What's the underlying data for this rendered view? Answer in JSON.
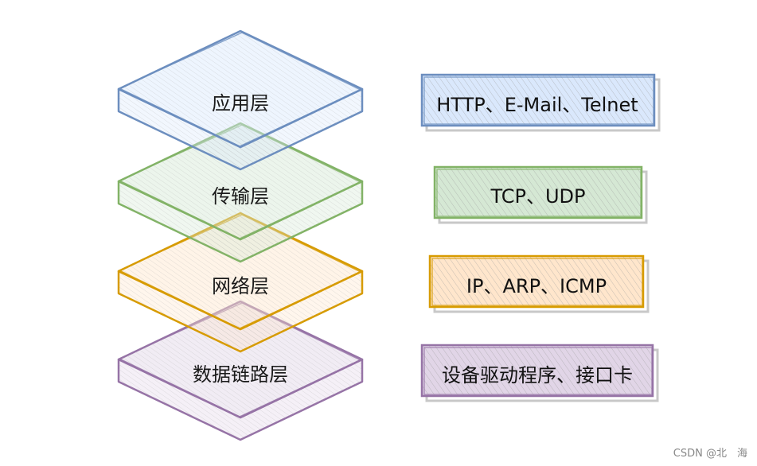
{
  "layers": [
    {
      "name": "应用层",
      "protocols": "HTTP、E-Mail、Telnet",
      "stroke": "#6c8ebf",
      "fill": "#dae8fc"
    },
    {
      "name": "传输层",
      "protocols": "TCP、UDP",
      "stroke": "#82b366",
      "fill": "#d5e8d4"
    },
    {
      "name": "网络层",
      "protocols": "IP、ARP、ICMP",
      "stroke": "#d79b00",
      "fill": "#ffe6cc"
    },
    {
      "name": "数据链路层",
      "protocols": "设备驱动程序、接口卡",
      "stroke": "#9673a6",
      "fill": "#e1d5e7"
    }
  ],
  "watermark": "CSDN @北　海"
}
